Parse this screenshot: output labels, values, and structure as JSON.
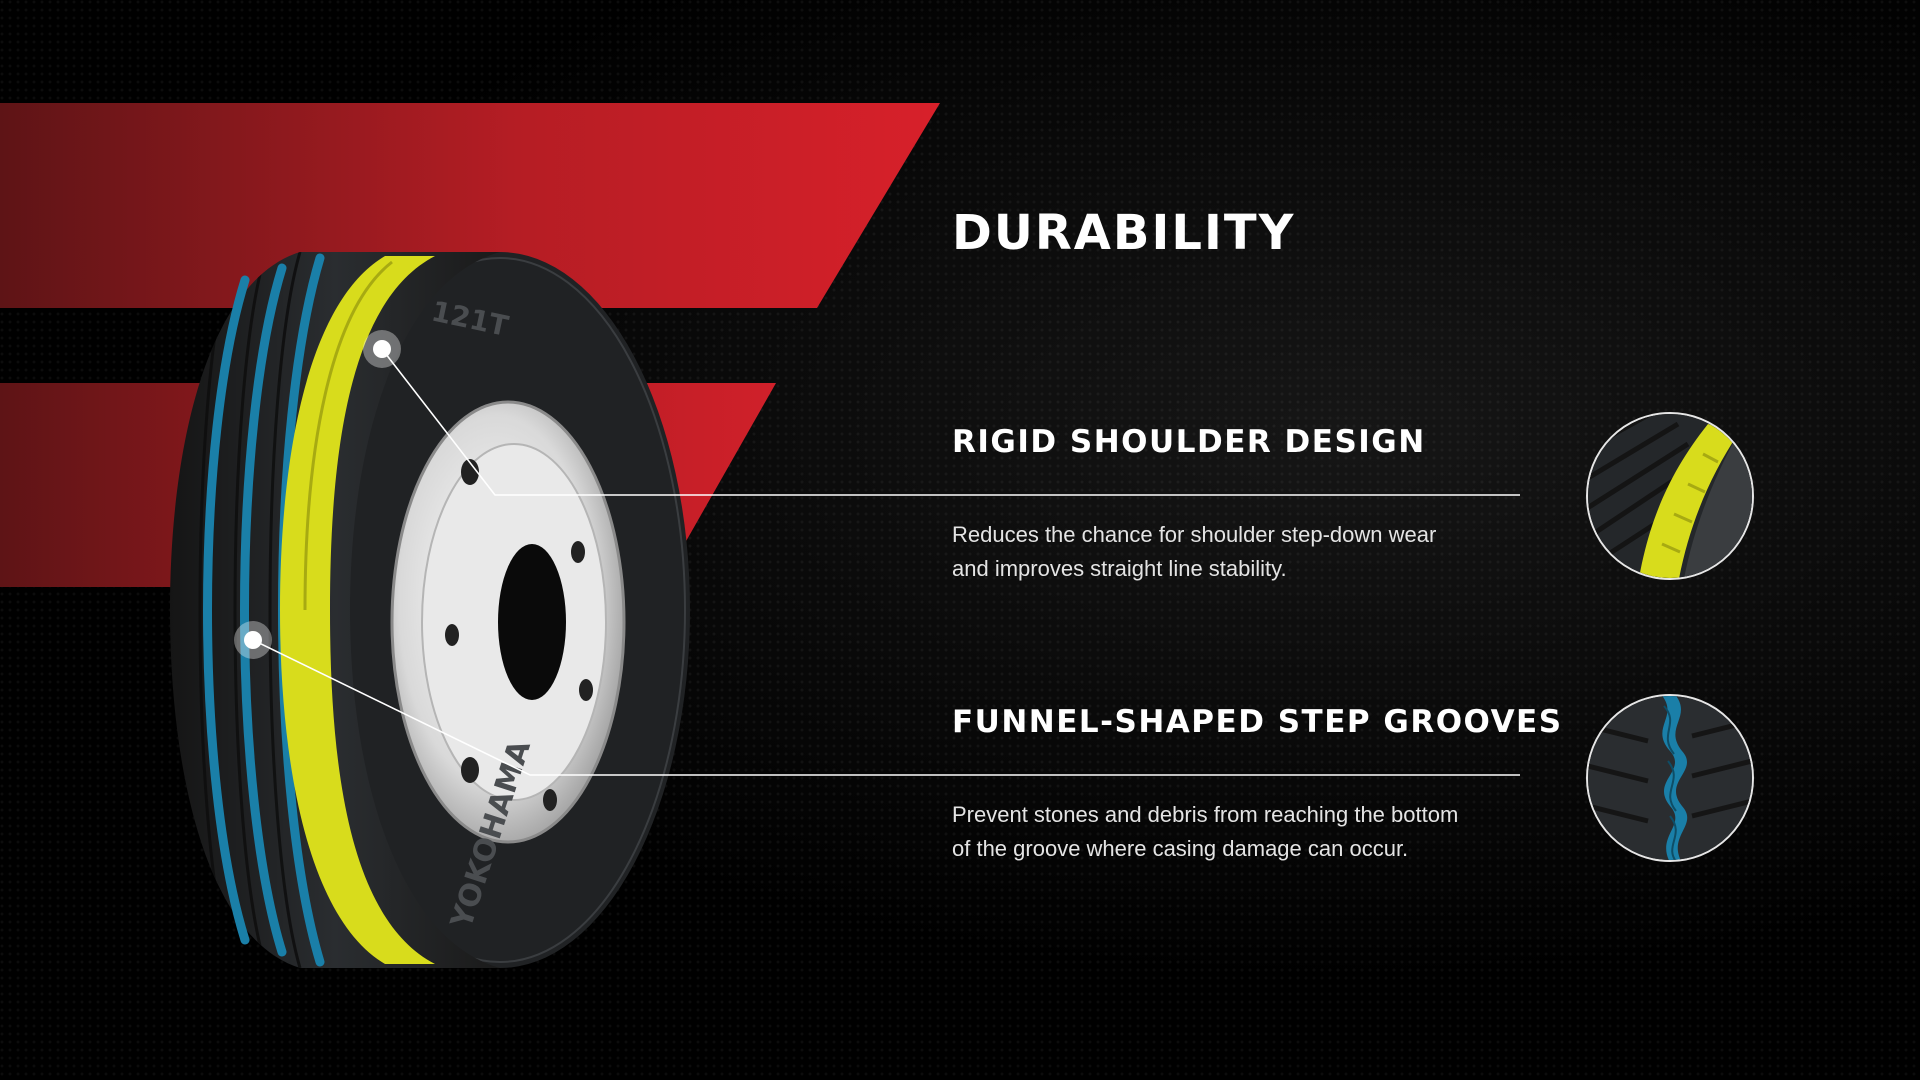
{
  "page": {
    "title": "DURABILITY"
  },
  "features": [
    {
      "title": "RIGID SHOULDER DESIGN",
      "description": "Reduces the chance for shoulder step-down wear and improves straight line stability."
    },
    {
      "title": "FUNNEL-SHAPED STEP GROOVES",
      "description": "Prevent stones and debris from reaching the bottom of the groove where casing damage can occur."
    }
  ],
  "tire": {
    "brand": "YOKOHAMA",
    "model": "121T"
  },
  "colors": {
    "background": "#000000",
    "accent_red": "#d0202a",
    "shoulder_yellow": "#d8dc1c",
    "groove_blue": "#1a7fa8",
    "text": "#ffffff"
  },
  "icons": {
    "shoulder_thumbnail": "tire-shoulder-closeup-icon",
    "groove_thumbnail": "tire-groove-closeup-icon"
  }
}
